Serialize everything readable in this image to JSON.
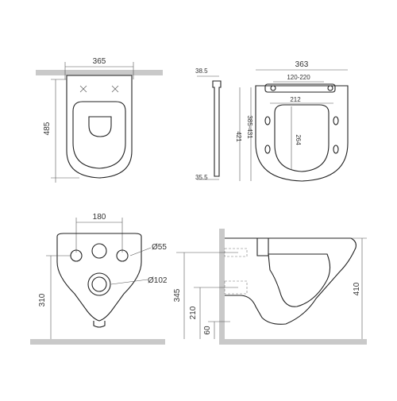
{
  "views": {
    "top": {
      "width": "365",
      "length": "485"
    },
    "seat": {
      "top_height": "38.5",
      "bottom_height": "35.5",
      "seat_width": "363",
      "hinge_spacing": "120-220",
      "inner_width": "212",
      "inner_length": "264",
      "length_range": "385-431",
      "total_length": "421"
    },
    "back": {
      "mount_spacing": "180",
      "fixing_hole": "Ø55",
      "outlet_hole": "Ø102",
      "mount_height": "310"
    },
    "side": {
      "outlet_height": "345",
      "inlet_height": "210",
      "bottom_height": "60",
      "total_height": "410"
    }
  },
  "colors": {
    "wall": "#c9c9c9",
    "line": "#222222"
  }
}
